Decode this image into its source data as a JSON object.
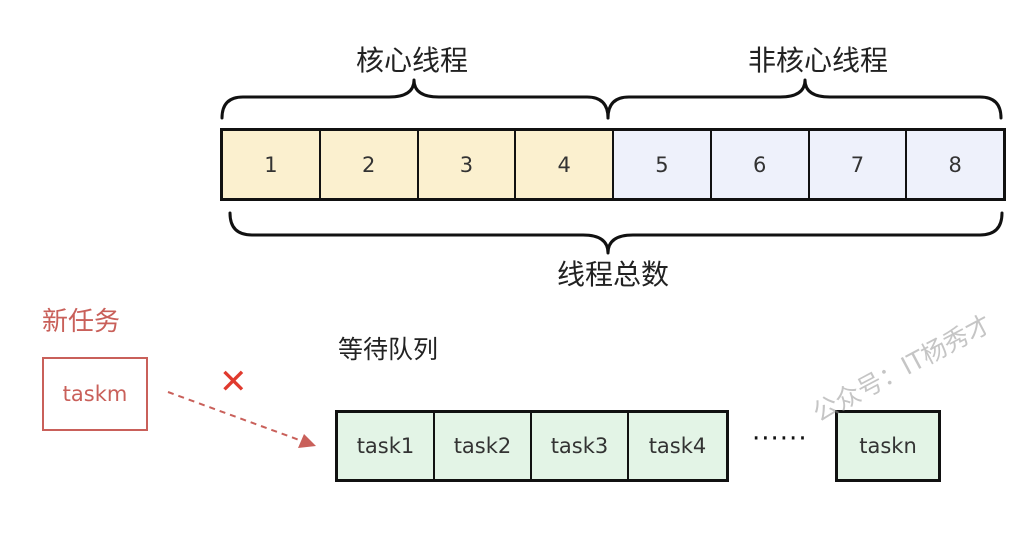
{
  "labels": {
    "core_threads": "核心线程",
    "non_core_threads": "非核心线程",
    "total_threads": "线程总数",
    "new_task": "新任务",
    "wait_queue": "等待队列",
    "ellipsis": "······",
    "reject_mark": "✕"
  },
  "threads": [
    {
      "label": "1",
      "kind": "core"
    },
    {
      "label": "2",
      "kind": "core"
    },
    {
      "label": "3",
      "kind": "core"
    },
    {
      "label": "4",
      "kind": "core"
    },
    {
      "label": "5",
      "kind": "noncore"
    },
    {
      "label": "6",
      "kind": "noncore"
    },
    {
      "label": "7",
      "kind": "noncore"
    },
    {
      "label": "8",
      "kind": "noncore"
    }
  ],
  "new_task_box": {
    "label": "taskm"
  },
  "queue": {
    "tasks": [
      "task1",
      "task2",
      "task3",
      "task4"
    ],
    "last_task": "taskn"
  },
  "watermark": "公众号：IT杨秀才",
  "colors": {
    "core_fill": "#fbf0cf",
    "noncore_fill": "#eef1fb",
    "queue_fill": "#e3f4e6",
    "new_task_color": "#c9605a",
    "reject_color": "#e03a2e",
    "border": "#111111"
  }
}
